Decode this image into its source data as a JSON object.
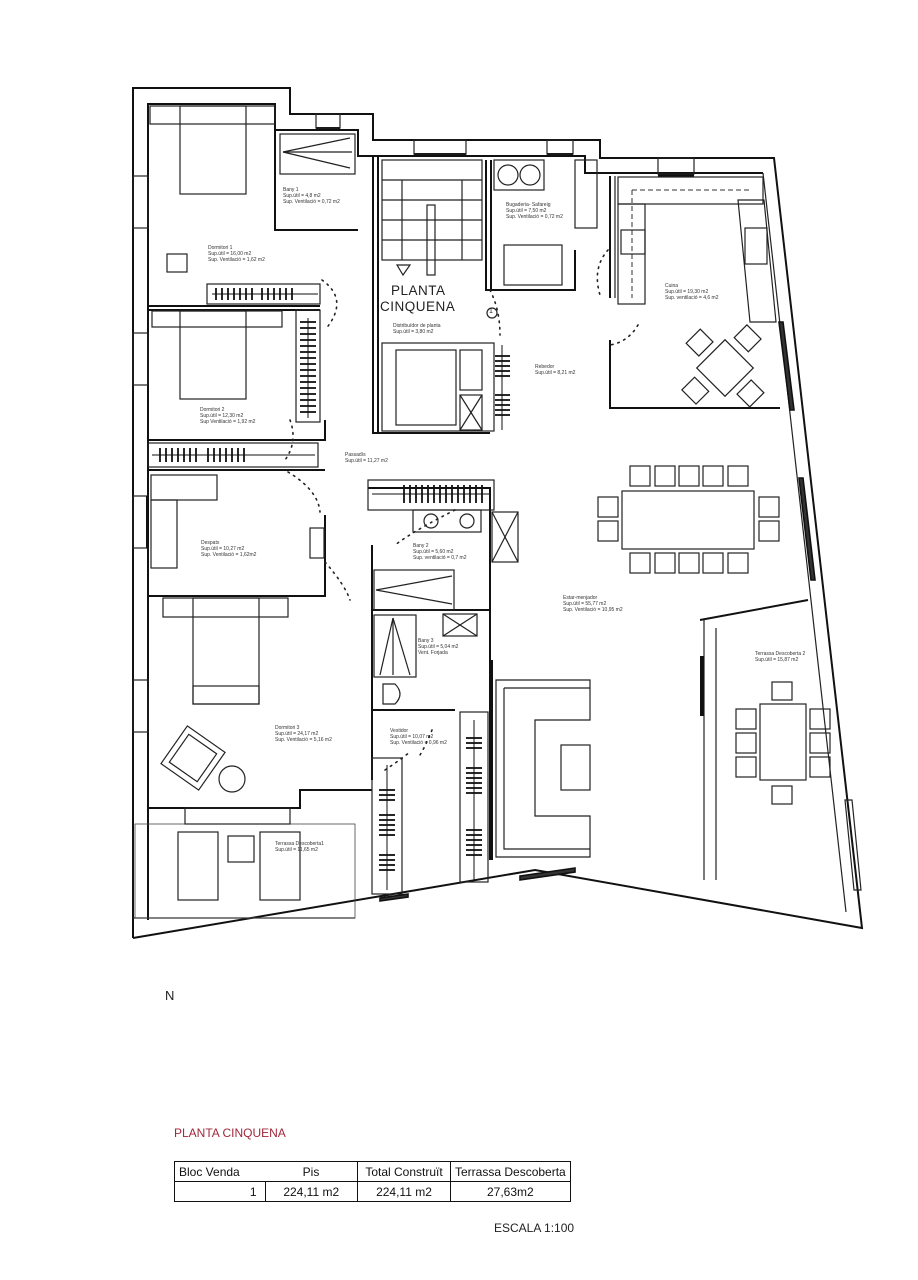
{
  "plan": {
    "title_line1": "PLANTA",
    "title_line2": "CINQUENA",
    "stair_number": "1"
  },
  "rooms": {
    "dormitori1": {
      "name": "Dormitori 1",
      "area": "Sup.útil = 16,00 m2",
      "vent": "Sup. Ventilació = 1,62 m2"
    },
    "bany1": {
      "name": "Bany 1",
      "area": "Sup.útil = 4,8 m2",
      "vent": "Sup. Ventilació = 0,72 m2"
    },
    "bugaderia": {
      "name": "Bugaderia- Safareig",
      "area": "Sup.útil = 7,50 m2",
      "vent": "Sup. Ventilació = 0,72 m2"
    },
    "cuina": {
      "name": "Cuina",
      "area": "Sup.útil = 19,30 m2",
      "vent": "Sup. ventilació = 4,6 m2"
    },
    "distribuidor": {
      "name": "Distribuïdor de planta",
      "area": "Sup.útil = 3,80 m2"
    },
    "dormitori2": {
      "name": "Dormitori 2",
      "area": "Sup.útil = 12,30 m2",
      "vent": "Sup Ventilació = 1,92 m2"
    },
    "rebedor": {
      "name": "Rebedor",
      "area": "Sup.útil = 8,21 m2"
    },
    "passadis": {
      "name": "Passadís",
      "area": "Sup.útil = 11,27 m2"
    },
    "despatx": {
      "name": "Despatx",
      "area": "Sup.útil = 10,27 m2",
      "vent": "Sup. Ventilació = 1,62m2"
    },
    "bany2": {
      "name": "Bany 2",
      "area": "Sup.útil = 5,60 m2",
      "vent": "Sup. ventilació = 0,7 m2"
    },
    "menjador": {
      "name": "Estar-menjador",
      "area": "Sup.útil = 55,77 m2",
      "vent": "Sup. Ventilació = 10,95 m2"
    },
    "bany3": {
      "name": "Bany 3",
      "area": "Sup.útil = 5,04 m2",
      "vent": "Vent. Forjada"
    },
    "terrassa2": {
      "name": "Terrassa Descoberta 2",
      "area": "Sup.útil = 15,87 m2"
    },
    "dormitori3": {
      "name": "Dormitori 3",
      "area": "Sup.útil = 24,17 m2",
      "vent": "Sup. Ventilació = 5,16 m2"
    },
    "vestidor": {
      "name": "Vestidor",
      "area": "Sup.útil = 10,07 m2",
      "vent": "Sup. Ventilació = 0,96 m2"
    },
    "terrassa1": {
      "name": "Terrassa Descoberta1",
      "area": "Sup.útil = 11,65 m2"
    }
  },
  "compass": {
    "label": "N"
  },
  "summary": {
    "title": "PLANTA CINQUENA",
    "headers": [
      "Bloc Venda",
      "Pis",
      "Total Construït",
      "Terrassa Descoberta"
    ],
    "row": [
      "1",
      "224,11 m2",
      "224,11 m2",
      "27,63m2"
    ],
    "scale": "ESCALA 1:100"
  },
  "colors": {
    "title_accent": "#a0283a",
    "line": "#111111"
  }
}
